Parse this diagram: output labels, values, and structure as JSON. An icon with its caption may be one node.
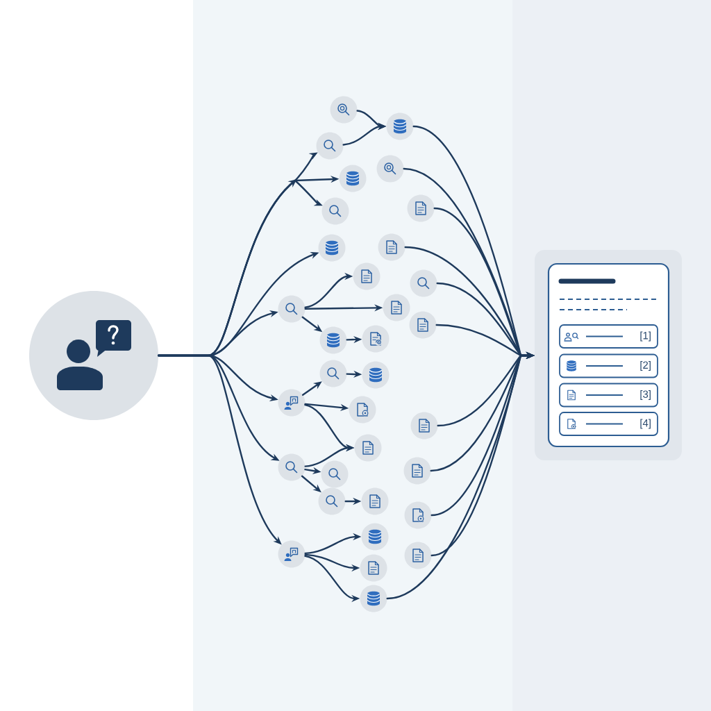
{
  "diagram": {
    "nodes": [
      {
        "text": [],
        "shape": "circle"
      },
      {
        "text": [],
        "shape": "circle"
      },
      {
        "text": [],
        "shape": "circle"
      },
      {
        "text": [],
        "shape": "circle"
      },
      {
        "text": [],
        "shape": "circle"
      },
      {
        "text": [],
        "shape": "circle"
      },
      {
        "text": [],
        "shape": "circle"
      },
      {
        "text": [],
        "shape": "circle"
      },
      {
        "text": [],
        "shape": "circle"
      },
      {
        "text": [],
        "shape": "circle"
      },
      {
        "text": [],
        "shape": "circle"
      },
      {
        "text": [],
        "shape": "circle"
      },
      {
        "text": [],
        "shape": "circle"
      },
      {
        "text": [],
        "shape": "circle"
      },
      {
        "text": [],
        "shape": "circle"
      },
      {
        "text": [],
        "shape": "circle"
      },
      {
        "text": [],
        "shape": "circle"
      },
      {
        "text": [],
        "shape": "circle"
      },
      {
        "text": [],
        "shape": "circle"
      },
      {
        "text": [],
        "shape": "circle"
      },
      {
        "text": [],
        "shape": "circle"
      },
      {
        "text": [],
        "shape": "circle"
      },
      {
        "text": [],
        "shape": "circle"
      },
      {
        "text": [],
        "shape": "circle"
      },
      {
        "text": [],
        "shape": "circle"
      },
      {
        "text": [],
        "shape": "circle"
      },
      {
        "text": [],
        "shape": "circle"
      },
      {
        "text": [],
        "shape": "circle"
      },
      {
        "text": [],
        "shape": "circle"
      },
      {
        "text": [],
        "shape": "circle"
      },
      {
        "text": [],
        "shape": "circle"
      },
      {
        "text": [],
        "shape": "circle"
      },
      {
        "text": [],
        "shape": "circle"
      },
      {
        "text": [],
        "shape": "circle"
      },
      {
        "text": [],
        "shape": "box"
      },
      {
        "text": [],
        "shape": "box",
        "in": 34
      },
      {
        "text": [
          "[1]"
        ],
        "in": 35
      },
      {
        "text": [
          "[2]"
        ],
        "in": 35
      },
      {
        "text": [
          "[3]"
        ],
        "in": 35
      },
      {
        "text": [
          "[4]"
        ],
        "in": 35
      }
    ],
    "edges": [
      {
        "from": 0,
        "to": 2,
        "arrow": "to"
      },
      {
        "from": 0,
        "to": 4,
        "arrow": "to"
      },
      {
        "from": 0,
        "to": 6,
        "arrow": "to"
      },
      {
        "from": 0,
        "to": 8,
        "arrow": "to"
      },
      {
        "from": 0,
        "to": 12,
        "arrow": "to"
      },
      {
        "from": 0,
        "to": 19,
        "arrow": "to"
      },
      {
        "from": 0,
        "to": 23,
        "arrow": "to"
      },
      {
        "from": 0,
        "to": 30,
        "arrow": "to"
      },
      {
        "from": 1,
        "to": 3,
        "arrow": "to"
      },
      {
        "from": 2,
        "to": 3,
        "arrow": "to"
      },
      {
        "from": 12,
        "to": 10,
        "arrow": "to"
      },
      {
        "from": 12,
        "to": 13,
        "arrow": "to"
      },
      {
        "from": 12,
        "to": 15,
        "arrow": "to"
      },
      {
        "from": 15,
        "to": 16,
        "arrow": "to"
      },
      {
        "from": 19,
        "to": 17,
        "arrow": "to"
      },
      {
        "from": 19,
        "to": 20,
        "arrow": "to"
      },
      {
        "from": 19,
        "to": 22,
        "arrow": "to"
      },
      {
        "from": 17,
        "to": 18,
        "arrow": "to"
      },
      {
        "from": 23,
        "to": 22,
        "arrow": "to"
      },
      {
        "from": 23,
        "to": 25,
        "arrow": "to"
      },
      {
        "from": 23,
        "to": 26,
        "arrow": "to"
      },
      {
        "from": 26,
        "to": 27,
        "arrow": "to"
      },
      {
        "from": 30,
        "to": 29,
        "arrow": "to"
      },
      {
        "from": 30,
        "to": 32,
        "arrow": "to"
      },
      {
        "from": 30,
        "to": 33,
        "arrow": "to"
      },
      {
        "from": 3,
        "to": 34,
        "arrow": "to"
      },
      {
        "from": 5,
        "to": 34,
        "arrow": "to"
      },
      {
        "from": 7,
        "to": 34,
        "arrow": "to"
      },
      {
        "from": 9,
        "to": 34,
        "arrow": "to"
      },
      {
        "from": 11,
        "to": 34,
        "arrow": "to"
      },
      {
        "from": 14,
        "to": 34,
        "arrow": "to"
      },
      {
        "from": 21,
        "to": 34,
        "arrow": "to"
      },
      {
        "from": 24,
        "to": 34,
        "arrow": "to"
      },
      {
        "from": 28,
        "to": 34,
        "arrow": "to"
      },
      {
        "from": 31,
        "to": 34,
        "arrow": "to"
      },
      {
        "from": 33,
        "to": 34,
        "arrow": "to"
      }
    ]
  }
}
